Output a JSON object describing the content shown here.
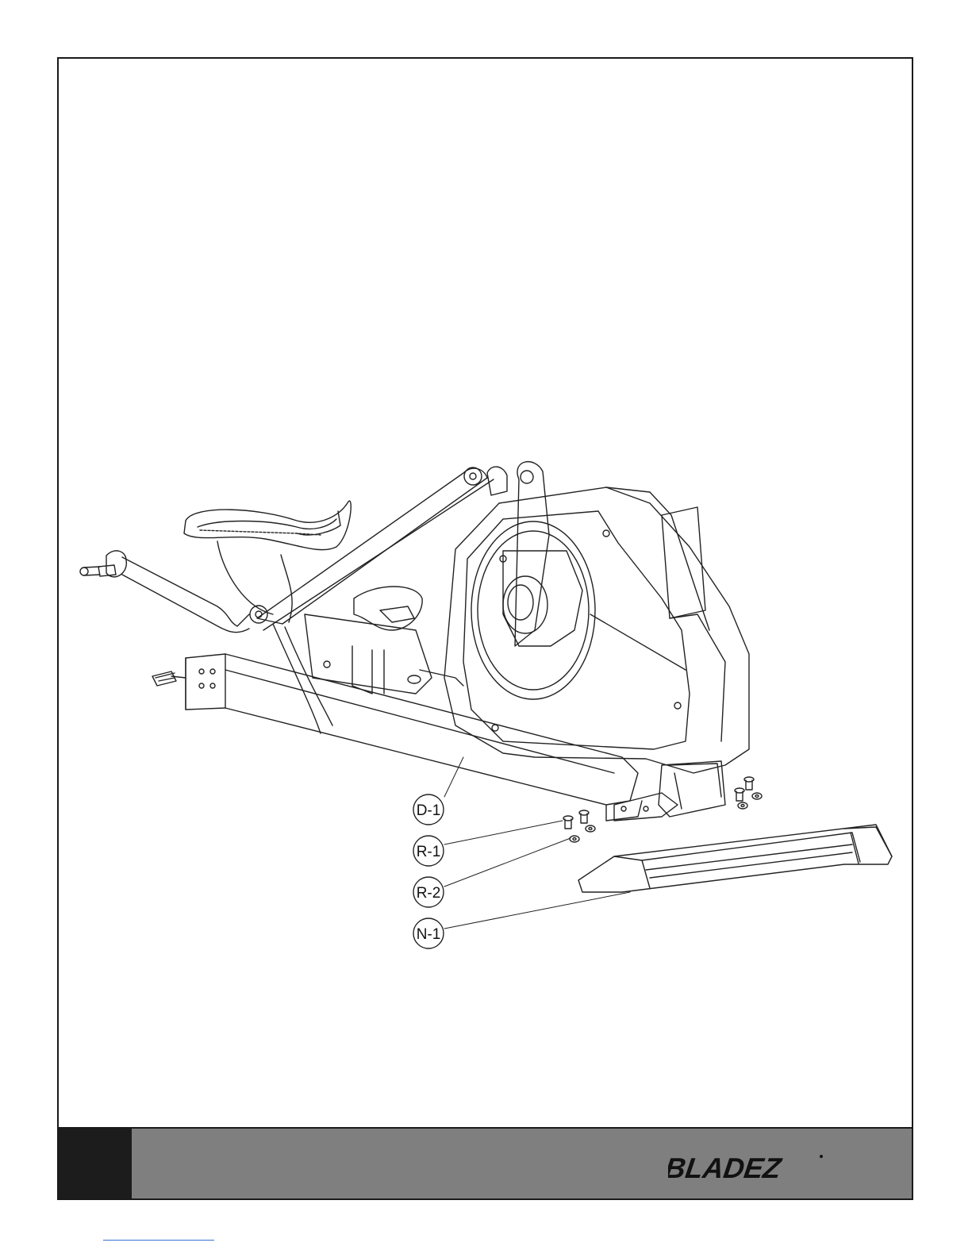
{
  "diagram": {
    "callouts": [
      {
        "id": "D-1",
        "label": "D-1"
      },
      {
        "id": "R-1",
        "label": "R-1"
      },
      {
        "id": "R-2",
        "label": "R-2"
      },
      {
        "id": "N-1",
        "label": "N-1"
      }
    ]
  },
  "footer": {
    "page_number": "",
    "brand": "BLADEZ",
    "colors": {
      "bar": "#7f7f7f",
      "page_block": "#1c1c1c"
    }
  }
}
